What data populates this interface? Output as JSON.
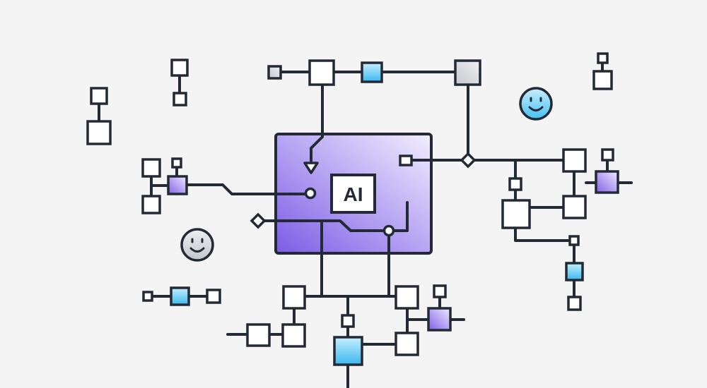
{
  "diagram": {
    "center_label": "AI",
    "colors": {
      "background": "#f4f4f4",
      "stroke": "#232a35",
      "node_white": "#ffffff",
      "purple_light": "#f2efff",
      "purple_dark": "#7b5ce6",
      "blue_light": "#c7effd",
      "blue_dark": "#3bb8ef",
      "gray_light": "#f0f1f3",
      "gray_dark": "#c4c8ce"
    },
    "icons": [
      "smiley-face-icon-blue",
      "smiley-face-icon-gray"
    ]
  }
}
